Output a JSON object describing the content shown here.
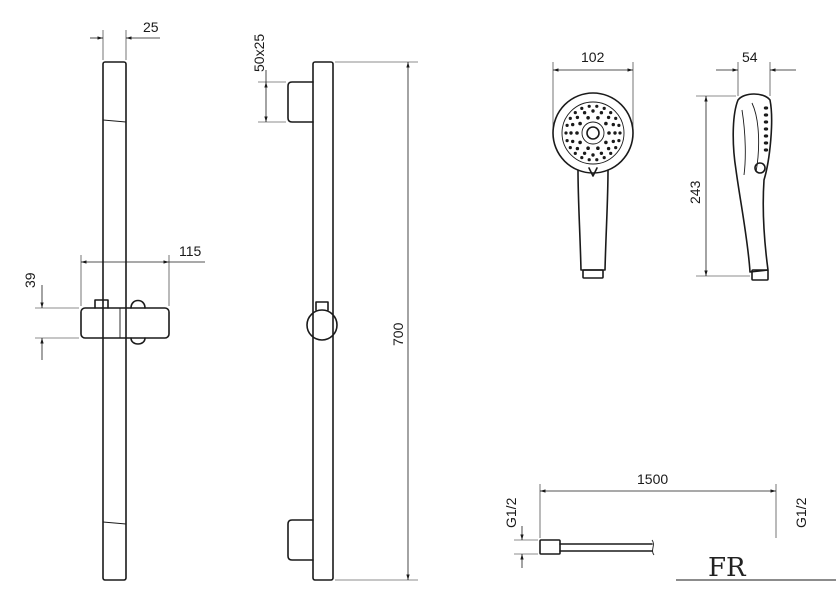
{
  "dimensions": {
    "rail_width": "25",
    "slider_width": "115",
    "slider_height": "39",
    "bracket_size": "50x25",
    "rail_length": "700",
    "head_diameter": "102",
    "head_depth": "54",
    "handle_length": "243",
    "hose_length": "1500",
    "thread_left": "G1/2",
    "thread_right": "G1/2"
  },
  "logo": {
    "text": "FR"
  }
}
